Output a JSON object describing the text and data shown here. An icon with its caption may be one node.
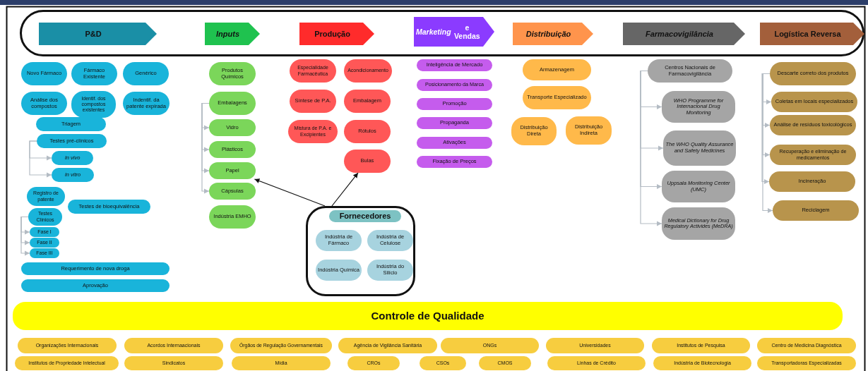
{
  "diagram": {
    "nodes": [
      {
        "text": [],
        "shape": "box"
      },
      {
        "text": [
          "P&D"
        ],
        "in": 0
      },
      {
        "text": [
          "Inputs"
        ],
        "in": 0
      },
      {
        "text": [
          "Produção"
        ],
        "in": 0
      },
      {
        "text": [
          "*Marketing* e Vendas"
        ],
        "in": 0
      },
      {
        "text": [
          "Distribuição"
        ],
        "in": 0
      },
      {
        "text": [
          "Farmacovigilância"
        ],
        "in": 0
      },
      {
        "text": [
          "Logística Reversa"
        ],
        "in": 0
      },
      {
        "text": [
          "Novo Fármaco"
        ]
      },
      {
        "text": [
          "Fármaco Existente"
        ]
      },
      {
        "text": [
          "Genérico"
        ]
      },
      {
        "text": [
          "Análise dos compostos"
        ]
      },
      {
        "text": [
          "Identif. dos compostos existentes"
        ]
      },
      {
        "text": [
          "Indentif. da patente expirada"
        ]
      },
      {
        "text": [
          "Triagem"
        ]
      },
      {
        "text": [
          "Testes pré-clínicos"
        ]
      },
      {
        "text": [
          "In vivo"
        ]
      },
      {
        "text": [
          "In vitro"
        ]
      },
      {
        "text": [
          "Registro de patente"
        ]
      },
      {
        "text": [
          "Testes de bioequivalência"
        ]
      },
      {
        "text": [
          "Testes Clínicos"
        ]
      },
      {
        "text": [
          "Fase I"
        ]
      },
      {
        "text": [
          "Fase II"
        ]
      },
      {
        "text": [
          "Fase III"
        ]
      },
      {
        "text": [
          "Requerimento de nova droga"
        ]
      },
      {
        "text": [
          "Aprovação"
        ]
      },
      {
        "text": [
          "Produtos Químicos"
        ]
      },
      {
        "text": [
          "Embalagens"
        ]
      },
      {
        "text": [
          "Vidro"
        ]
      },
      {
        "text": [
          "Plásticos"
        ]
      },
      {
        "text": [
          "Papel"
        ]
      },
      {
        "text": [
          "Cápsulas"
        ]
      },
      {
        "text": [
          "Indústria EMHO"
        ]
      },
      {
        "text": [
          "Especialidade Farmacêutica"
        ]
      },
      {
        "text": [
          "Acondicionamento"
        ]
      },
      {
        "text": [
          "Síntese de P.A."
        ]
      },
      {
        "text": [
          "Embalagem"
        ]
      },
      {
        "text": [
          "Mistura de P.A. e Excipientes"
        ]
      },
      {
        "text": [
          "Rótulos"
        ]
      },
      {
        "text": [
          "Bulas"
        ]
      },
      {
        "text": [
          "Inteligência de Mercado"
        ]
      },
      {
        "text": [
          "Posicionamento da Marca"
        ]
      },
      {
        "text": [
          "Promoção"
        ]
      },
      {
        "text": [
          "Propaganda"
        ]
      },
      {
        "text": [
          "Ativações"
        ]
      },
      {
        "text": [
          "Fixação de Preços"
        ]
      },
      {
        "text": [
          "Armazenagem"
        ]
      },
      {
        "text": [
          "Transporte Especializado"
        ]
      },
      {
        "text": [
          "Distribuição Direta"
        ]
      },
      {
        "text": [
          "Distribuição Indireta"
        ]
      },
      {
        "text": [
          "Centros Nacionais de Farmacovigilância"
        ]
      },
      {
        "text": [
          "WHO Programme for Internacional Drug Monitoring"
        ]
      },
      {
        "text": [
          "The WHO Quality Assurance and Safety Medicines"
        ]
      },
      {
        "text": [
          "Uppsala Monitoring Center (UMC)"
        ]
      },
      {
        "text": [
          "Medical Dictionary for Drug Regulatory Activides (MeDRA)"
        ]
      },
      {
        "text": [
          "Descarte correto dos produtos"
        ]
      },
      {
        "text": [
          "Coletas em locais especializados"
        ]
      },
      {
        "text": [
          "Análise de resíduos toxicológicos"
        ]
      },
      {
        "text": [
          "Recuperação e eliminação de medicamentos"
        ]
      },
      {
        "text": [
          "Incineração"
        ]
      },
      {
        "text": [
          "Reciclagem"
        ]
      },
      {
        "text": [],
        "shape": "box"
      },
      {
        "text": [
          "Fornecedores"
        ],
        "in": 61
      },
      {
        "text": [
          "Indústria de Fármaco"
        ],
        "in": 61
      },
      {
        "text": [
          "Indústria de Celulose"
        ],
        "in": 61
      },
      {
        "text": [
          "Indústria Química"
        ],
        "in": 61
      },
      {
        "text": [
          "Indústria do Silício"
        ],
        "in": 61
      },
      {
        "text": [
          "Controle de Qualidade"
        ]
      },
      {
        "text": [
          "Organizações Internacionais"
        ]
      },
      {
        "text": [
          "Acordos Internaacionais"
        ]
      },
      {
        "text": [
          "Órgãos de Regulação Governamentais"
        ]
      },
      {
        "text": [
          "Agência de Vigilância Sanitária"
        ]
      },
      {
        "text": [
          "ONGs"
        ]
      },
      {
        "text": [
          "Universidades"
        ]
      },
      {
        "text": [
          "Institutos de Pesquisa"
        ]
      },
      {
        "text": [
          "Centro de Medicina Diagnóstica"
        ]
      },
      {
        "text": [
          "Institutos de Propriedade Intelectual"
        ]
      },
      {
        "text": [
          "Sindicatos"
        ]
      },
      {
        "text": [
          "Mídia"
        ]
      },
      {
        "text": [
          "CROs"
        ]
      },
      {
        "text": [
          "CSOs"
        ]
      },
      {
        "text": [
          "CMOS"
        ]
      },
      {
        "text": [
          "Linhas de Crédito"
        ]
      },
      {
        "text": [
          "Indústria de Biotecnologia"
        ]
      },
      {
        "text": [
          "Transportadoras Especializadas"
        ]
      }
    ],
    "edges": [
      {
        "from": 15,
        "to": 16,
        "arrow": "to"
      },
      {
        "from": 15,
        "to": 17,
        "arrow": "to"
      },
      {
        "from": 20,
        "to": 21,
        "arrow": "to"
      },
      {
        "from": 20,
        "to": 22,
        "arrow": "to"
      },
      {
        "from": 20,
        "to": 23,
        "arrow": "to"
      },
      {
        "from": 27,
        "to": 28,
        "arrow": "to"
      },
      {
        "from": 27,
        "to": 29,
        "arrow": "to"
      },
      {
        "from": 27,
        "to": 30,
        "arrow": "to"
      },
      {
        "from": 27,
        "to": 31,
        "arrow": "to"
      },
      {
        "from": 50,
        "to": 51,
        "arrow": "to"
      },
      {
        "from": 50,
        "to": 52,
        "arrow": "to"
      },
      {
        "from": 50,
        "to": 53,
        "arrow": "to"
      },
      {
        "from": 50,
        "to": 54,
        "arrow": "to"
      },
      {
        "from": 55,
        "to": 56,
        "arrow": "to"
      },
      {
        "from": 55,
        "to": 57,
        "arrow": "to"
      },
      {
        "from": 55,
        "to": 58,
        "arrow": "to"
      },
      {
        "from": 55,
        "to": 59,
        "arrow": "to"
      },
      {
        "from": 55,
        "to": 60,
        "arrow": "to"
      },
      {
        "from": 61,
        "to": 30,
        "arrow": "to",
        "color": "#111111"
      },
      {
        "from": 61,
        "to": 39,
        "arrow": "to",
        "color": "#111111"
      }
    ]
  }
}
